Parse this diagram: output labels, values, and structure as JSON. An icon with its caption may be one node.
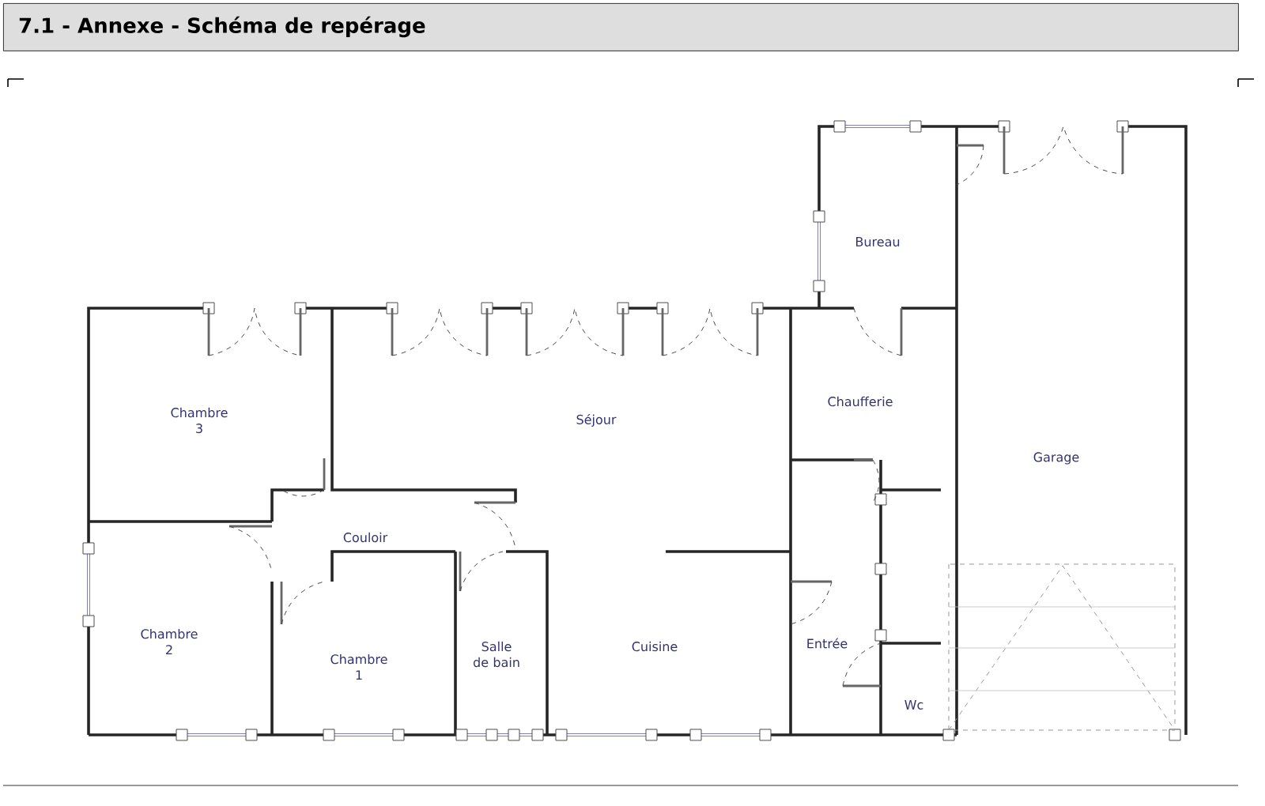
{
  "diagram": {
    "title": "7.1 - Annexe - Schéma de repérage",
    "labels": [
      "Bureau",
      "Chambre 3",
      "Séjour",
      "Chaufferie",
      "Garage",
      "Couloir",
      "Chambre 2",
      "Chambre 1",
      "Salle de bain",
      "Cuisine",
      "Entrée",
      "Wc"
    ]
  }
}
